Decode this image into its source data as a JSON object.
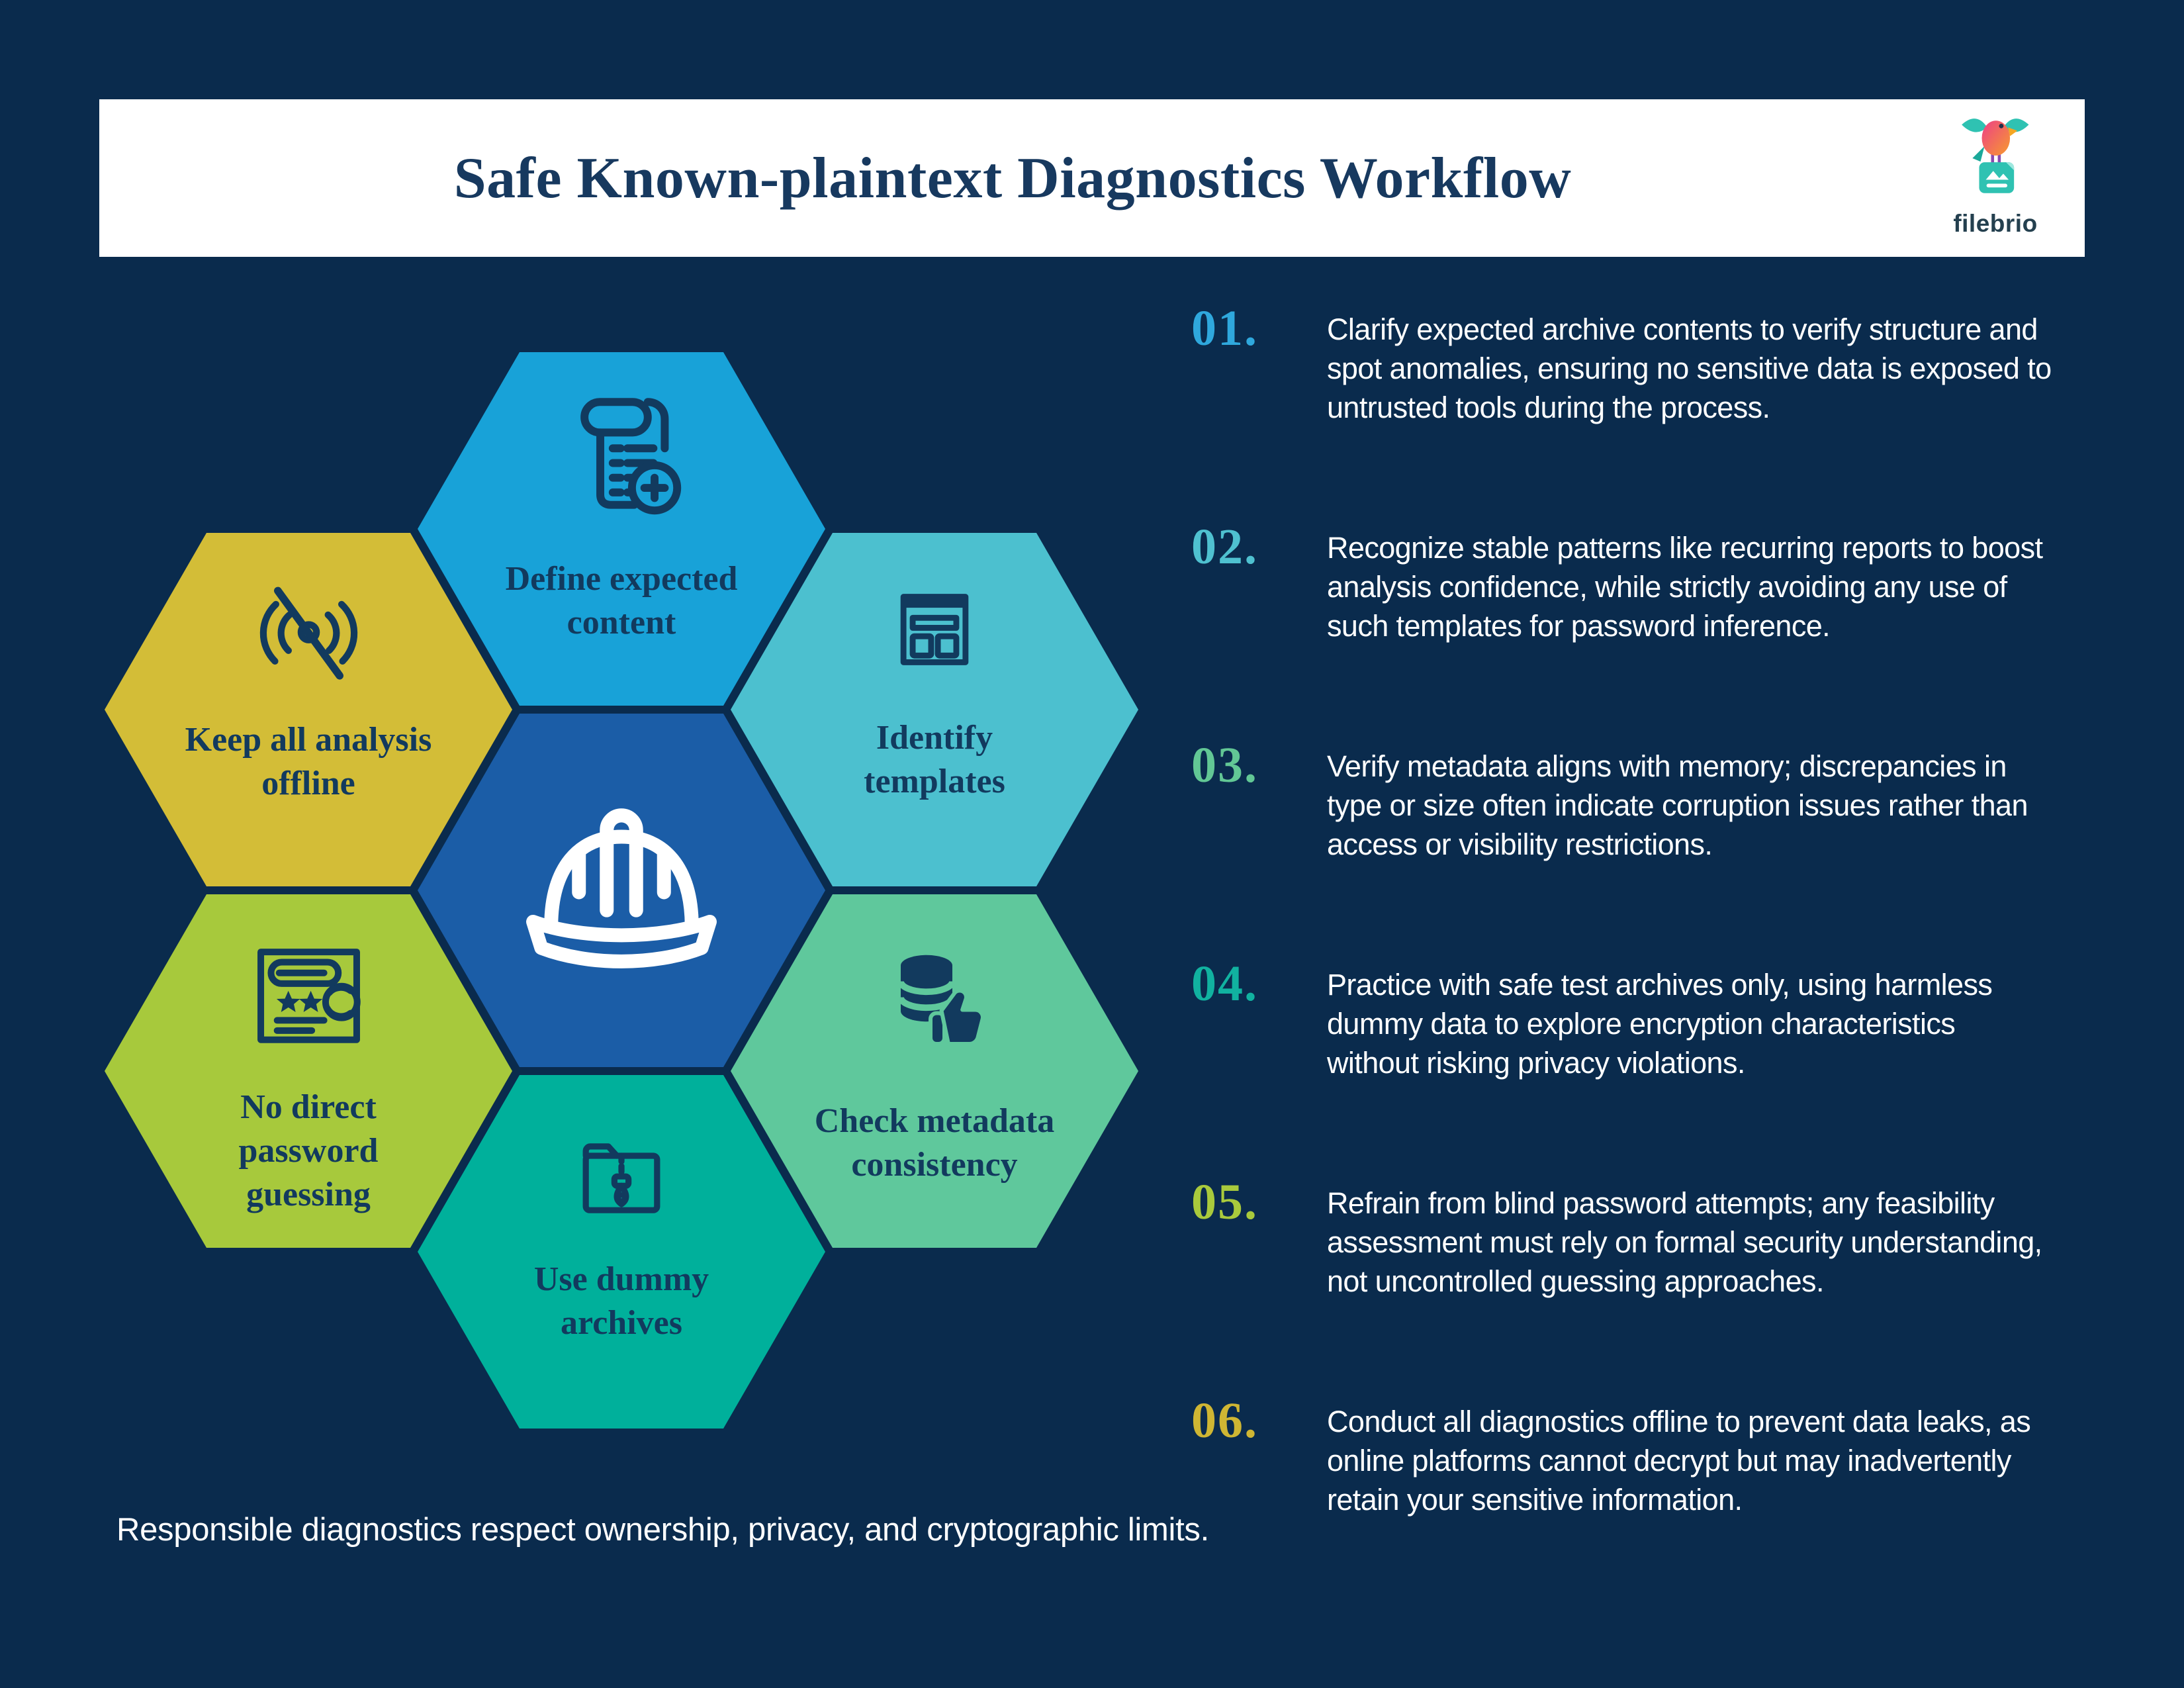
{
  "header": {
    "title": "Safe Known-plaintext Diagnostics Workflow",
    "brand": "filebrio"
  },
  "hexagons": {
    "center": {
      "icon": "hard-hat-icon",
      "color": "#1b5da7"
    },
    "items": [
      {
        "id": "define-expected-content",
        "label": "Define expected\ncontent",
        "color": "#18a2d8",
        "icon": "scroll-plus-icon"
      },
      {
        "id": "identify-templates",
        "label": "Identify\ntemplates",
        "color": "#4cc0cf",
        "icon": "template-window-icon"
      },
      {
        "id": "check-metadata-consistency",
        "label": "Check metadata\nconsistency",
        "color": "#5fc89c",
        "icon": "database-thumbs-up-icon"
      },
      {
        "id": "use-dummy-archives",
        "label": "Use dummy\narchives",
        "color": "#00b09b",
        "icon": "zip-folder-icon"
      },
      {
        "id": "no-direct-password-guessing",
        "label": "No direct\npassword\nguessing",
        "color": "#a7c93c",
        "icon": "password-form-icon"
      },
      {
        "id": "keep-all-analysis-offline",
        "label": "Keep all analysis\noffline",
        "color": "#d3bd37",
        "icon": "wifi-off-icon"
      }
    ]
  },
  "steps": [
    {
      "number": "01.",
      "color": "#2fa8dd",
      "text": "Clarify expected archive contents to verify structure and\nspot anomalies, ensuring no sensitive data is exposed to\nuntrusted tools during the process."
    },
    {
      "number": "02.",
      "color": "#4fc1d0",
      "text": "Recognize stable patterns like recurring reports to boost\nanalysis confidence, while strictly avoiding any use of\nsuch templates for password inference."
    },
    {
      "number": "03.",
      "color": "#62c795",
      "text": "Verify metadata aligns with memory; discrepancies in\ntype or size often indicate corruption issues rather than\naccess or visibility restrictions."
    },
    {
      "number": "04.",
      "color": "#11b2a0",
      "text": "Practice with safe test archives only, using harmless\ndummy data to explore encryption characteristics\nwithout risking privacy violations."
    },
    {
      "number": "05.",
      "color": "#a9ca3c",
      "text": "Refrain from blind password attempts; any feasibility\nassessment must rely on formal security understanding,\nnot uncontrolled guessing approaches."
    },
    {
      "number": "06.",
      "color": "#cfb633",
      "text": "Conduct all diagnostics offline to prevent data leaks, as\nonline platforms cannot decrypt but may inadvertently\nretain your sensitive information."
    }
  ],
  "footer": {
    "note": "Responsible diagnostics respect ownership, privacy, and cryptographic limits."
  },
  "colors": {
    "bg": "#0a2b4d",
    "band": "#ffffff",
    "navy": "#123a5e",
    "title": "#17395f",
    "text": "#ffffff",
    "center_hex": "#1b5da7",
    "logo_teal": "#2fc2b2",
    "logo_text": "#24404f"
  }
}
